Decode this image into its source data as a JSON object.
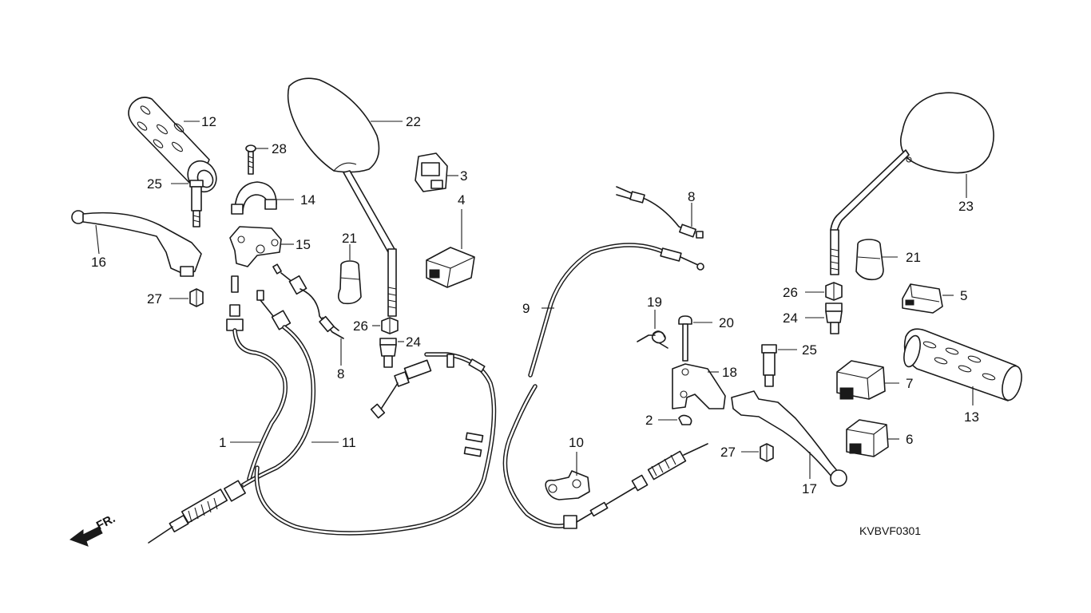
{
  "diagram_code": "KVBVF0301",
  "front_marker": "FR.",
  "parts": {
    "p1": "1",
    "p2": "2",
    "p3": "3",
    "p4": "4",
    "p5": "5",
    "p6": "6",
    "p7": "7",
    "p8a": "8",
    "p8b": "8",
    "p9": "9",
    "p10": "10",
    "p11": "11",
    "p12": "12",
    "p13": "13",
    "p14": "14",
    "p15": "15",
    "p16": "16",
    "p17": "17",
    "p18": "18",
    "p19": "19",
    "p20": "20",
    "p21a": "21",
    "p21b": "21",
    "p22": "22",
    "p23": "23",
    "p24a": "24",
    "p24b": "24",
    "p25a": "25",
    "p25b": "25",
    "p26a": "26",
    "p26b": "26",
    "p27a": "27",
    "p27b": "27",
    "p28": "28"
  }
}
